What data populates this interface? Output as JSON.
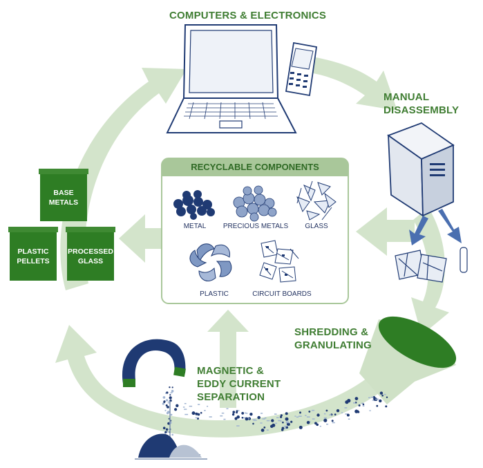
{
  "stages": {
    "computers": "COMPUTERS & ELECTRONICS",
    "disassembly_line1": "MANUAL",
    "disassembly_line2": "DISASSEMBLY",
    "shredding_line1": "SHREDDING &",
    "shredding_line2": "GRANULATING",
    "separation_line1": "MAGNETIC &",
    "separation_line2": "EDDY CURRENT",
    "separation_line3": "SEPARATION"
  },
  "components": {
    "title": "RECYCLABLE COMPONENTS",
    "items": [
      "METAL",
      "PRECIOUS METALS",
      "GLASS",
      "PLASTIC",
      "CIRCUIT BOARDS"
    ]
  },
  "outputs": {
    "base_metals_line1": "BASE",
    "base_metals_line2": "METALS",
    "plastic_pellets_line1": "PLASTIC",
    "plastic_pellets_line2": "PELLETS",
    "processed_glass_line1": "PROCESSED",
    "processed_glass_line2": "GLASS"
  },
  "colors": {
    "label_green": "#3f7d32",
    "box_green": "#2e7d24",
    "arrow_green": "#cfe1c6",
    "navy": "#1f3a73"
  },
  "icons": [
    "laptop-icon",
    "cellphone-icon",
    "computer-tower-icon",
    "funnel-icon",
    "magnet-icon",
    "metal-icon",
    "precious-metals-icon",
    "glass-icon",
    "plastic-icon",
    "circuit-boards-icon"
  ]
}
